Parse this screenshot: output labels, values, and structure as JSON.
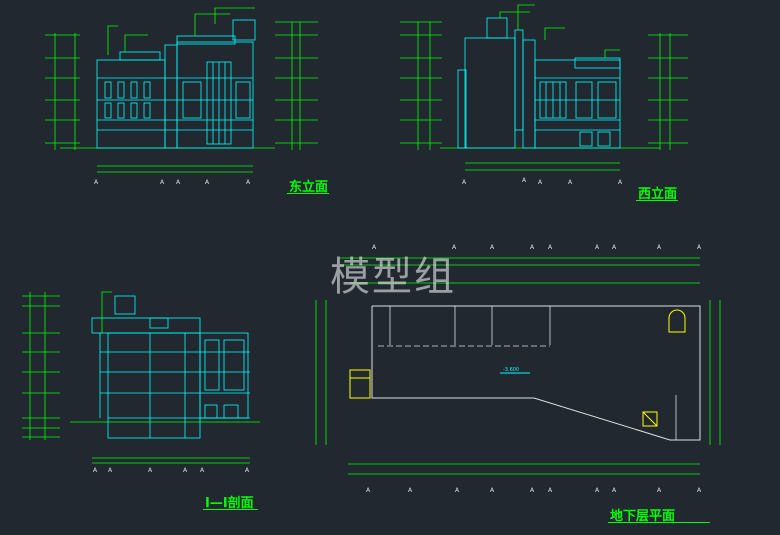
{
  "watermark": "模型组",
  "drawings": {
    "east_elevation": {
      "title": "东立面"
    },
    "west_elevation": {
      "title": "西立面"
    },
    "section": {
      "title": "I—I剖面"
    },
    "basement_plan": {
      "title": "地下层平面",
      "level_label": "-3.600"
    }
  },
  "colors": {
    "background": "#212830",
    "cad_cyan": "#00ffff",
    "cad_green": "#00ff00",
    "cad_white": "#e0e0e0",
    "cad_yellow": "#ffff00"
  }
}
